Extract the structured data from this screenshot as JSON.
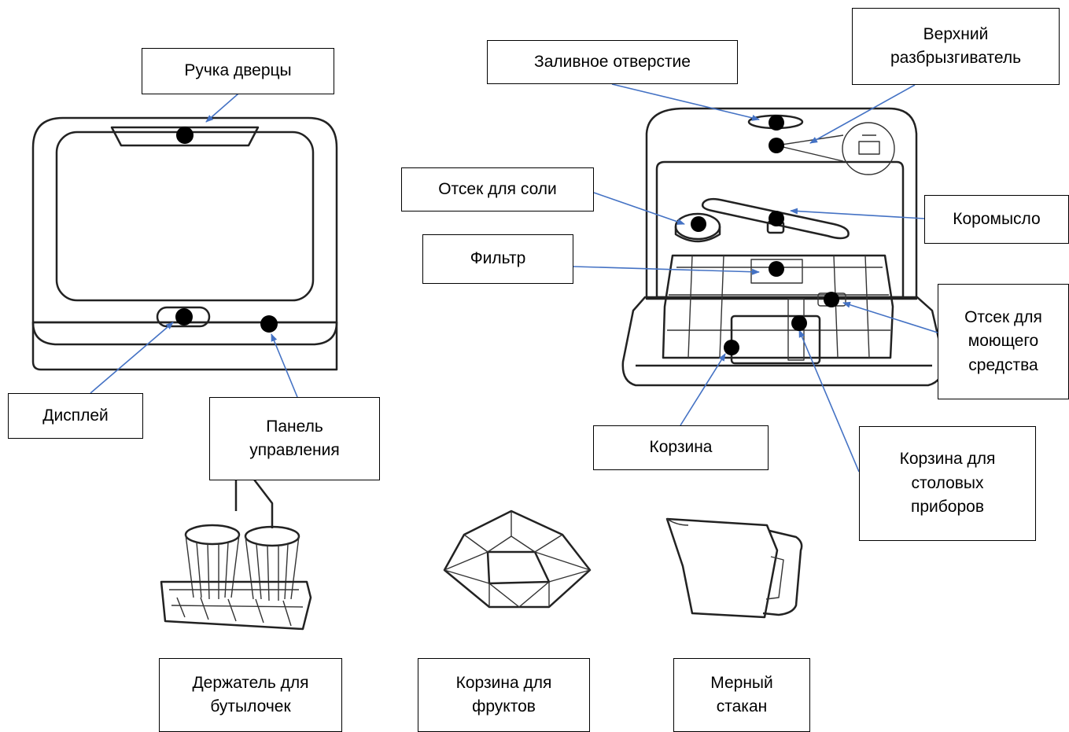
{
  "labels": {
    "door_handle": "Ручка дверцы",
    "display": "Дисплей",
    "control_panel": "Панель\nуправления",
    "fill_opening": "Заливное отверстие",
    "upper_sprayer": "Верхний\nразбрызгиватель",
    "salt_compartment": "Отсек для соли",
    "spray_arm": "Коромысло",
    "filter": "Фильтр",
    "detergent_compartment": "Отсек для\nмоющего\nсредства",
    "basket": "Корзина",
    "cutlery_basket": "Корзина для\nстоловых\nприборов",
    "bottle_holder": "Держатель для\nбутылочек",
    "fruit_basket": "Корзина для\nфруктов",
    "measuring_cup": "Мерный\nстакан"
  },
  "colors": {
    "leader_line": "#4472c4",
    "outline": "#222222",
    "marker": "#000000"
  }
}
